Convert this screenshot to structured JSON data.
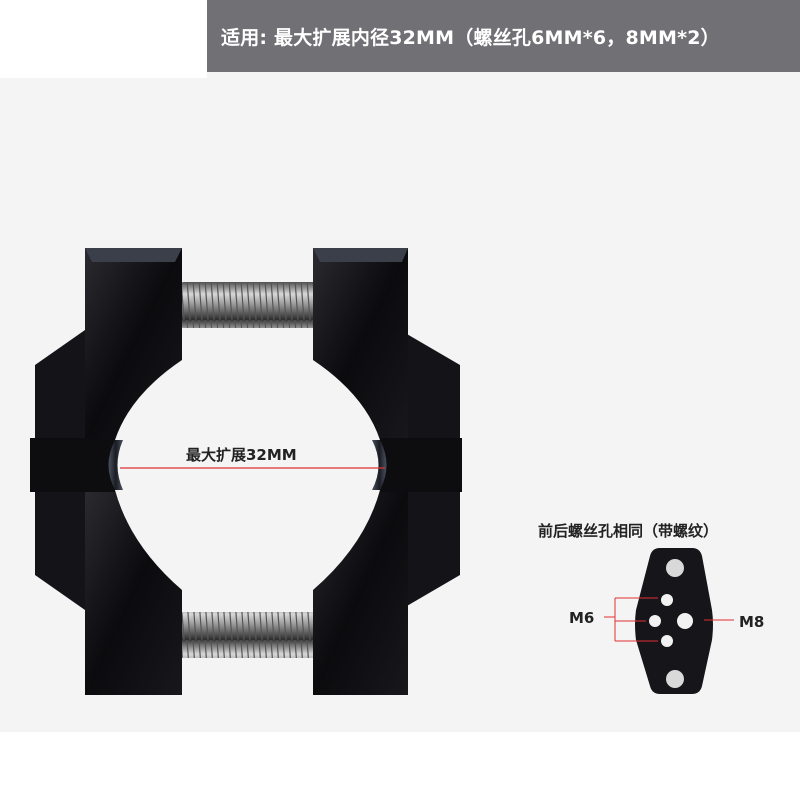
{
  "banner": {
    "text": "适用: 最大扩展内径32MM（螺丝孔6MM*6，8MM*2）"
  },
  "clamp": {
    "diameter_label": "最大扩展32MM"
  },
  "plate": {
    "caption": "前后螺丝孔相同（带螺纹）",
    "m6_label": "M6",
    "m8_label": "M8"
  },
  "colors": {
    "banner_bg": "#707075",
    "clamp_body": "#0d0d10",
    "dimension_line": "#e03030",
    "background": "#f4f4f4"
  }
}
